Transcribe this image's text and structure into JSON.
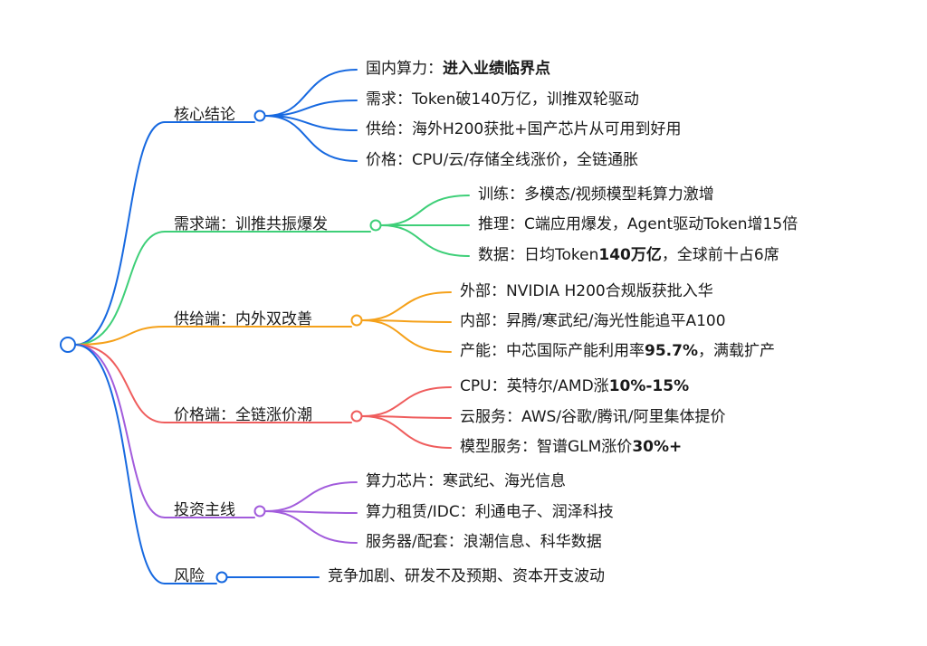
{
  "colors": {
    "blue": "#1769e0",
    "green": "#3ecf78",
    "orange": "#f5a11a",
    "red": "#ef5d5d",
    "purple": "#a25cdc"
  },
  "branches": [
    {
      "id": "core",
      "color": "blue",
      "label": "核心结论",
      "children": [
        [
          {
            "t": "国内算力："
          },
          {
            "t": "进入业绩临界点",
            "b": true
          }
        ],
        [
          {
            "t": "需求：Token破140万亿，训推双轮驱动"
          }
        ],
        [
          {
            "t": "供给：海外H200获批+国产芯片从可用到好用"
          }
        ],
        [
          {
            "t": "价格：CPU/云/存储全线涨价，全链通胀"
          }
        ]
      ]
    },
    {
      "id": "demand",
      "color": "green",
      "label": "需求端：训推共振爆发",
      "children": [
        [
          {
            "t": "训练：多模态/视频模型耗算力激增"
          }
        ],
        [
          {
            "t": "推理：C端应用爆发，Agent驱动Token增15倍"
          }
        ],
        [
          {
            "t": "数据：日均Token"
          },
          {
            "t": "140万亿",
            "b": true
          },
          {
            "t": "，全球前十占6席"
          }
        ]
      ]
    },
    {
      "id": "supply",
      "color": "orange",
      "label": "供给端：内外双改善",
      "children": [
        [
          {
            "t": "外部：NVIDIA H200合规版获批入华"
          }
        ],
        [
          {
            "t": "内部：昇腾/寒武纪/海光性能追平A100"
          }
        ],
        [
          {
            "t": "产能：中芯国际产能利用率"
          },
          {
            "t": "95.7%",
            "b": true
          },
          {
            "t": "，满载扩产"
          }
        ]
      ]
    },
    {
      "id": "price",
      "color": "red",
      "label": "价格端：全链涨价潮",
      "children": [
        [
          {
            "t": "CPU：英特尔/AMD涨"
          },
          {
            "t": "10%-15%",
            "b": true
          }
        ],
        [
          {
            "t": "云服务：AWS/谷歌/腾讯/阿里集体提价"
          }
        ],
        [
          {
            "t": "模型服务：智谱GLM涨价"
          },
          {
            "t": "30%+",
            "b": true
          }
        ]
      ]
    },
    {
      "id": "invest",
      "color": "purple",
      "label": "投资主线",
      "children": [
        [
          {
            "t": "算力芯片：寒武纪、海光信息"
          }
        ],
        [
          {
            "t": "算力租赁/IDC：利通电子、润泽科技"
          }
        ],
        [
          {
            "t": "服务器/配套：浪潮信息、科华数据"
          }
        ]
      ]
    },
    {
      "id": "risk",
      "color": "blue",
      "label": "风险",
      "children": [
        [
          {
            "t": "竞争加剧、研发不及预期、资本开支波动"
          }
        ]
      ]
    }
  ]
}
